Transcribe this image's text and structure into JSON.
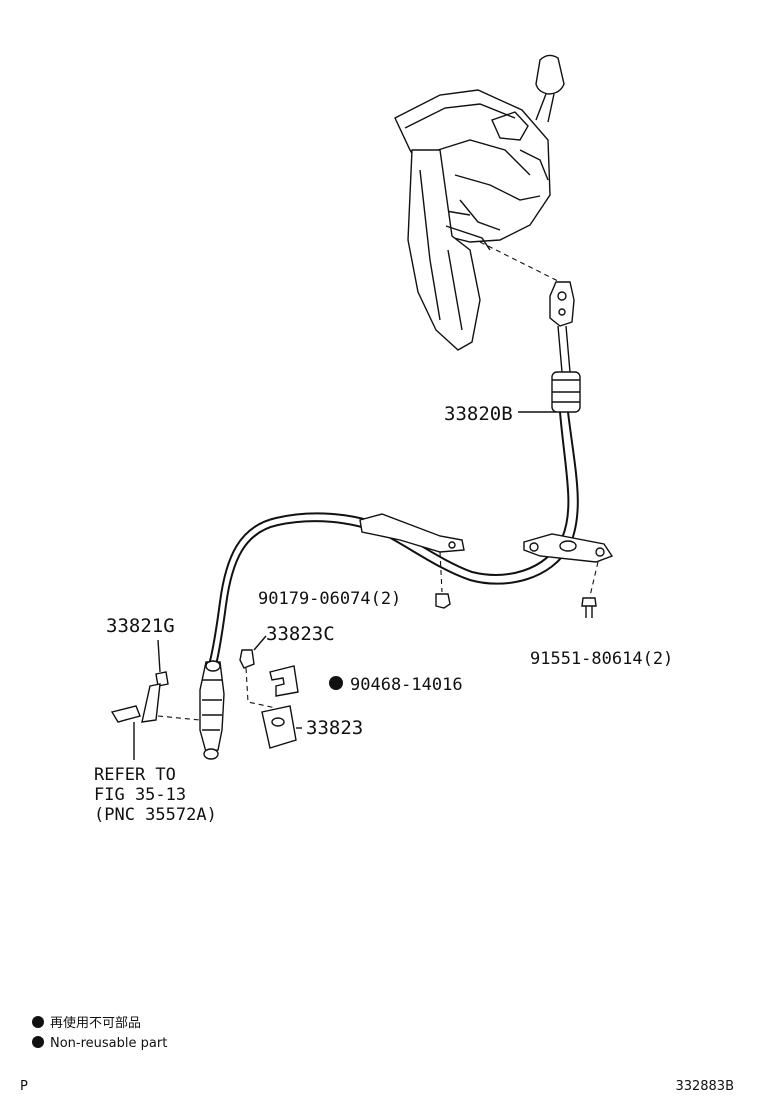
{
  "callouts": {
    "shift_cable": "33820B",
    "nut": "90179-06074(2)",
    "bolt": "91551-80614(2)",
    "clip_g": "33821G",
    "clip_c": "33823C",
    "retainer": "90468-14016",
    "bracket": "33823",
    "refer_line1": "REFER TO",
    "refer_line2": "FIG 35-13",
    "refer_line3": "(PNC 35572A)"
  },
  "legend": {
    "japanese": "再使用不可部品",
    "english": "Non-reusable part"
  },
  "footer": {
    "left": "P",
    "right": "332883B"
  }
}
